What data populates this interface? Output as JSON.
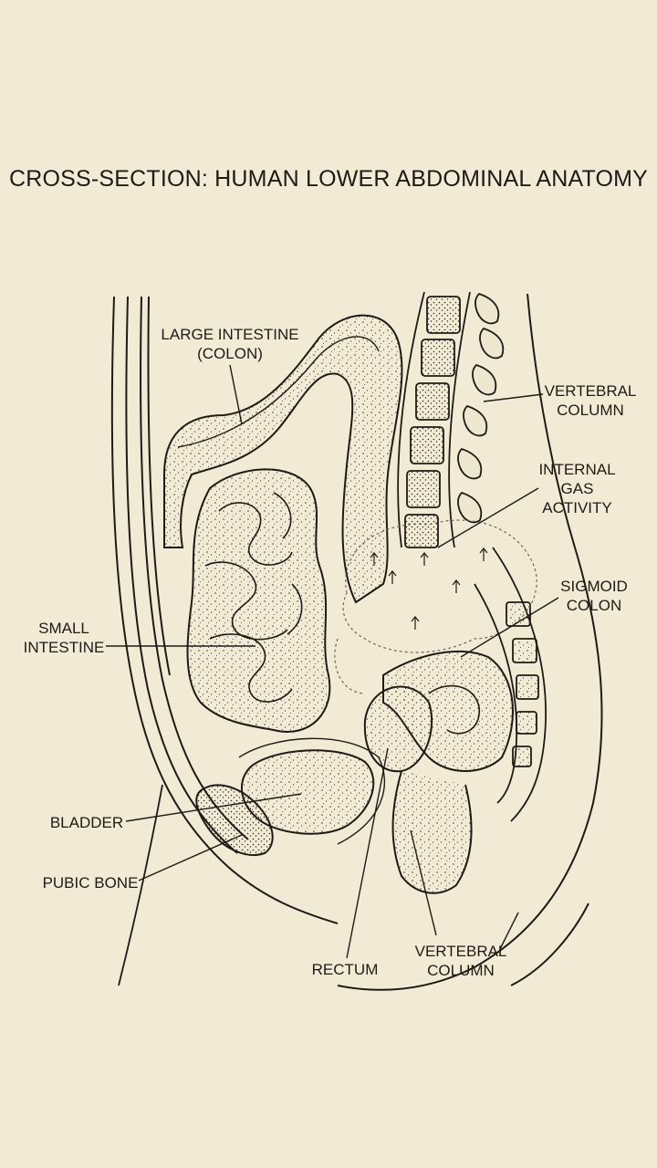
{
  "title": "CROSS-SECTION: HUMAN LOWER ABDOMINAL ANATOMY",
  "labels": {
    "large_intestine": [
      "LARGE INTESTINE",
      "(COLON)"
    ],
    "vertebral_column_upper": [
      "VERTEBRAL",
      "COLUMN"
    ],
    "internal_gas": [
      "INTERNAL",
      "GAS",
      "ACTIVITY"
    ],
    "sigmoid_colon": [
      "SIGMOID",
      "COLON"
    ],
    "small_intestine": [
      "SMALL",
      "INTESTINE"
    ],
    "bladder": [
      "BLADDER"
    ],
    "pubic_bone": [
      "PUBIC BONE"
    ],
    "rectum": [
      "RECTUM"
    ],
    "vertebral_column_lower": [
      "VERTEBRAL",
      "COLUMN"
    ]
  },
  "colors": {
    "paper": "#f3ead6",
    "ink": "#1e1a16",
    "organ_fill": "#efe6d0",
    "gas_stroke": "#6e6659"
  }
}
